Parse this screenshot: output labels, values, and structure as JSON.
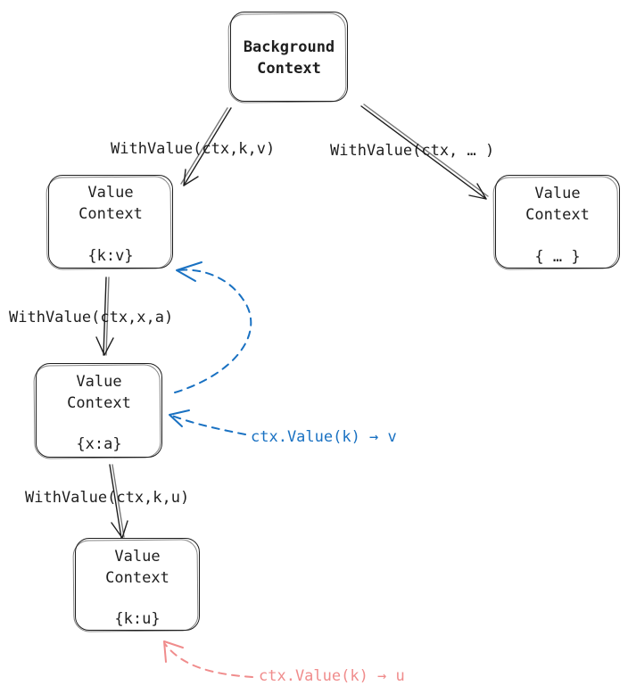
{
  "nodes": {
    "background": {
      "line1": "Background",
      "line2": "Context"
    },
    "value_kv": {
      "line1": "Value",
      "line2": "Context",
      "content": "{k:v}"
    },
    "value_dots": {
      "line1": "Value",
      "line2": "Context",
      "content": "{ … }"
    },
    "value_xa": {
      "line1": "Value",
      "line2": "Context",
      "content": "{x:a}"
    },
    "value_ku": {
      "line1": "Value",
      "line2": "Context",
      "content": "{k:u}"
    }
  },
  "edges": {
    "with_kv": "WithValue(ctx,k,v)",
    "with_dots": "WithValue(ctx, … )",
    "with_xa": "WithValue(ctx,x,a)",
    "with_ku": "WithValue(ctx,k,u)"
  },
  "lookups": {
    "lookup_v": "ctx.Value(k) → v",
    "lookup_u": "ctx.Value(k) → u"
  },
  "colors": {
    "ink": "#1e1e1e",
    "blue": "#1971c2",
    "pink": "#f08c8c"
  }
}
